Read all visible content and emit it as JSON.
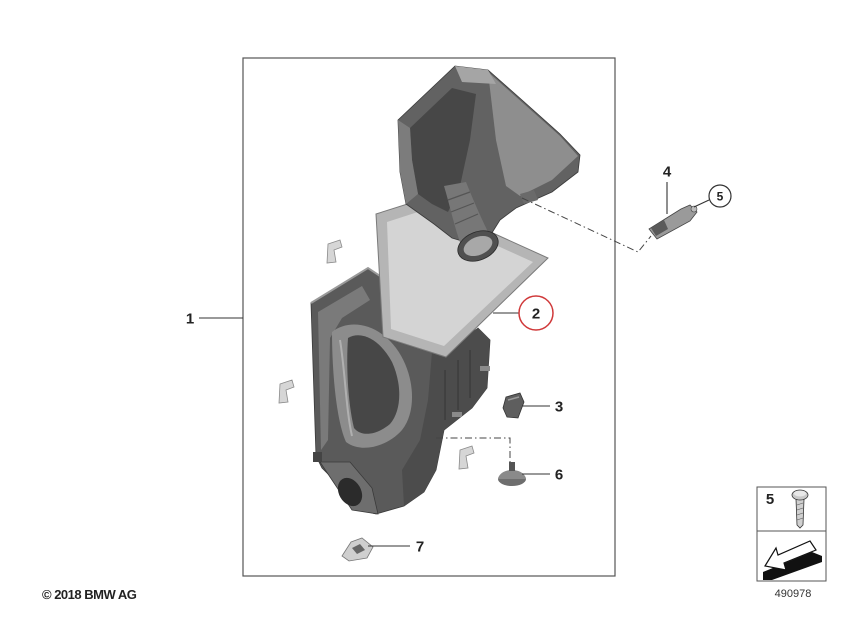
{
  "callouts": [
    {
      "label": "1",
      "highlighted": false
    },
    {
      "label": "2",
      "highlighted": true
    },
    {
      "label": "3",
      "highlighted": false
    },
    {
      "label": "4",
      "highlighted": false
    },
    {
      "label": "5",
      "highlighted": false
    },
    {
      "label": "6",
      "highlighted": false
    },
    {
      "label": "7",
      "highlighted": false
    }
  ],
  "inset": {
    "part_label": "5",
    "icons": [
      "screw-icon",
      "arrow-icon"
    ]
  },
  "footer": {
    "copyright": "© 2018 BMW AG",
    "illustration_id": "490978"
  },
  "colors": {
    "highlight": "#d0393a",
    "line": "#333333"
  }
}
